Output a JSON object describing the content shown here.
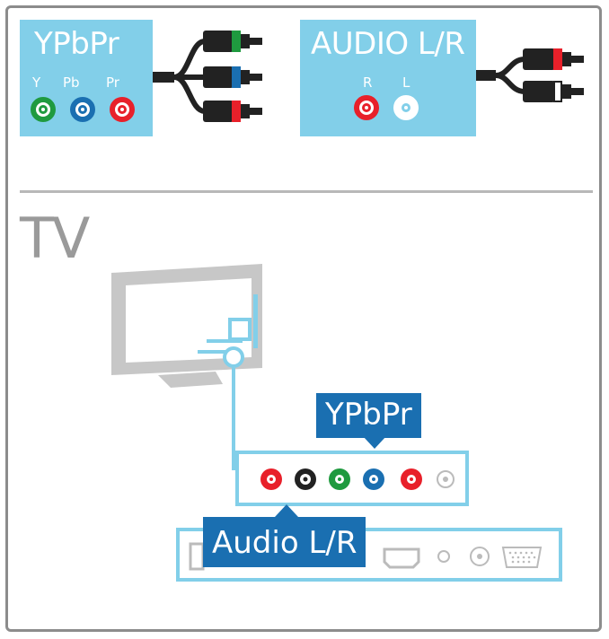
{
  "top": {
    "ypbpr_panel": {
      "title": "YPbPr",
      "ports": [
        {
          "label": "Y",
          "color": "#1f9a3f"
        },
        {
          "label": "Pb",
          "color": "#1a6fb1"
        },
        {
          "label": "Pr",
          "color": "#e8202a"
        }
      ]
    },
    "audio_panel": {
      "title": "AUDIO L/R",
      "ports": [
        {
          "label": "R",
          "color": "#e8202a"
        },
        {
          "label": "L",
          "color": "#ffffff"
        }
      ]
    }
  },
  "tv_section": {
    "label": "TV",
    "ypbpr_callout": "YPbPr",
    "audio_callout": "Audio L/R"
  },
  "colors": {
    "panel_blue": "#82cfe9",
    "callout_blue": "#1a6fb1",
    "tv_gray": "#c7c7c7",
    "cable_black": "#222222"
  }
}
